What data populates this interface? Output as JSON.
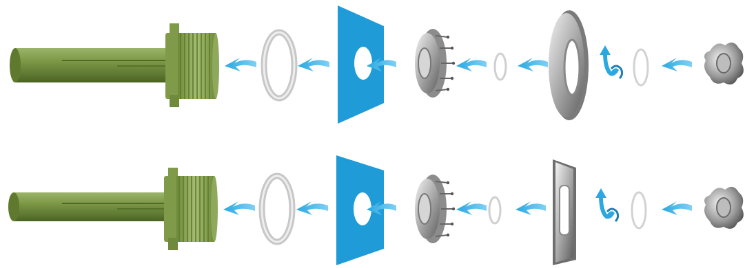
{
  "diagram": {
    "rows": [
      {
        "flange_shape": "round",
        "components": [
          "threaded-pipe",
          "large-gasket",
          "wall-panel",
          "nozzle-body",
          "small-o-ring",
          "trim-flange",
          "twist-arrow",
          "o-ring",
          "knob-cap"
        ]
      },
      {
        "flange_shape": "square",
        "components": [
          "threaded-pipe",
          "large-gasket",
          "wall-panel",
          "nozzle-body",
          "small-o-ring",
          "trim-flange",
          "twist-arrow",
          "o-ring",
          "knob-cap"
        ]
      }
    ],
    "colors": {
      "pipe": "#6f8a3c",
      "pipe_dark": "#4f6a24",
      "pipe_light": "#9bb46a",
      "panel": "#1f9bd7",
      "arrow": "#2aa8e0",
      "metal_dark": "#6b6b6b",
      "metal_light": "#e4e4e4",
      "gasket": "#cfcfcf"
    }
  }
}
